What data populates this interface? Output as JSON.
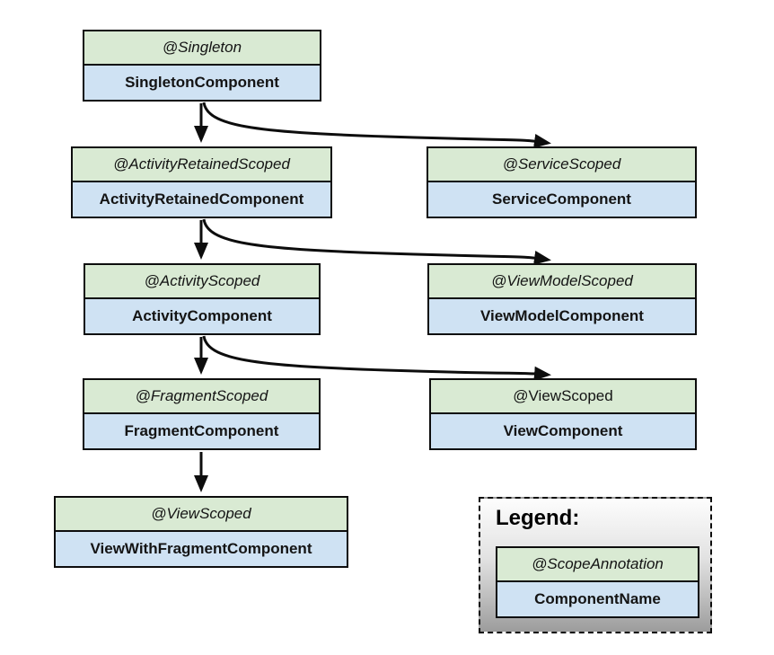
{
  "colors": {
    "annotation_bg": "#d9ead3",
    "component_bg": "#cfe2f3",
    "border": "#000000",
    "arrow": "#000000",
    "legend_gradient_top": "#fdfdfd",
    "legend_gradient_bottom": "#9c9c9c"
  },
  "nodes": [
    {
      "id": "singleton",
      "annotation": "@Singleton",
      "component": "SingletonComponent"
    },
    {
      "id": "activity-retained",
      "annotation": "@ActivityRetainedScoped",
      "component": "ActivityRetainedComponent"
    },
    {
      "id": "service",
      "annotation": "@ServiceScoped",
      "component": "ServiceComponent"
    },
    {
      "id": "activity",
      "annotation": "@ActivityScoped",
      "component": "ActivityComponent"
    },
    {
      "id": "view-model",
      "annotation": "@ViewModelScoped",
      "component": "ViewModelComponent"
    },
    {
      "id": "fragment",
      "annotation": "@FragmentScoped",
      "component": "FragmentComponent"
    },
    {
      "id": "view",
      "annotation": "@ViewScoped",
      "component": "ViewComponent"
    },
    {
      "id": "view-with-fragment",
      "annotation": "@ViewScoped",
      "component": "ViewWithFragmentComponent"
    }
  ],
  "edges": [
    {
      "from": "SingletonComponent",
      "to": "ActivityRetainedComponent"
    },
    {
      "from": "SingletonComponent",
      "to": "ServiceComponent"
    },
    {
      "from": "ActivityRetainedComponent",
      "to": "ActivityComponent"
    },
    {
      "from": "ActivityRetainedComponent",
      "to": "ViewModelComponent"
    },
    {
      "from": "ActivityComponent",
      "to": "FragmentComponent"
    },
    {
      "from": "ActivityComponent",
      "to": "ViewComponent"
    },
    {
      "from": "FragmentComponent",
      "to": "ViewWithFragmentComponent"
    }
  ],
  "legend": {
    "title": "Legend:",
    "annotation": "@ScopeAnnotation",
    "component": "ComponentName"
  }
}
